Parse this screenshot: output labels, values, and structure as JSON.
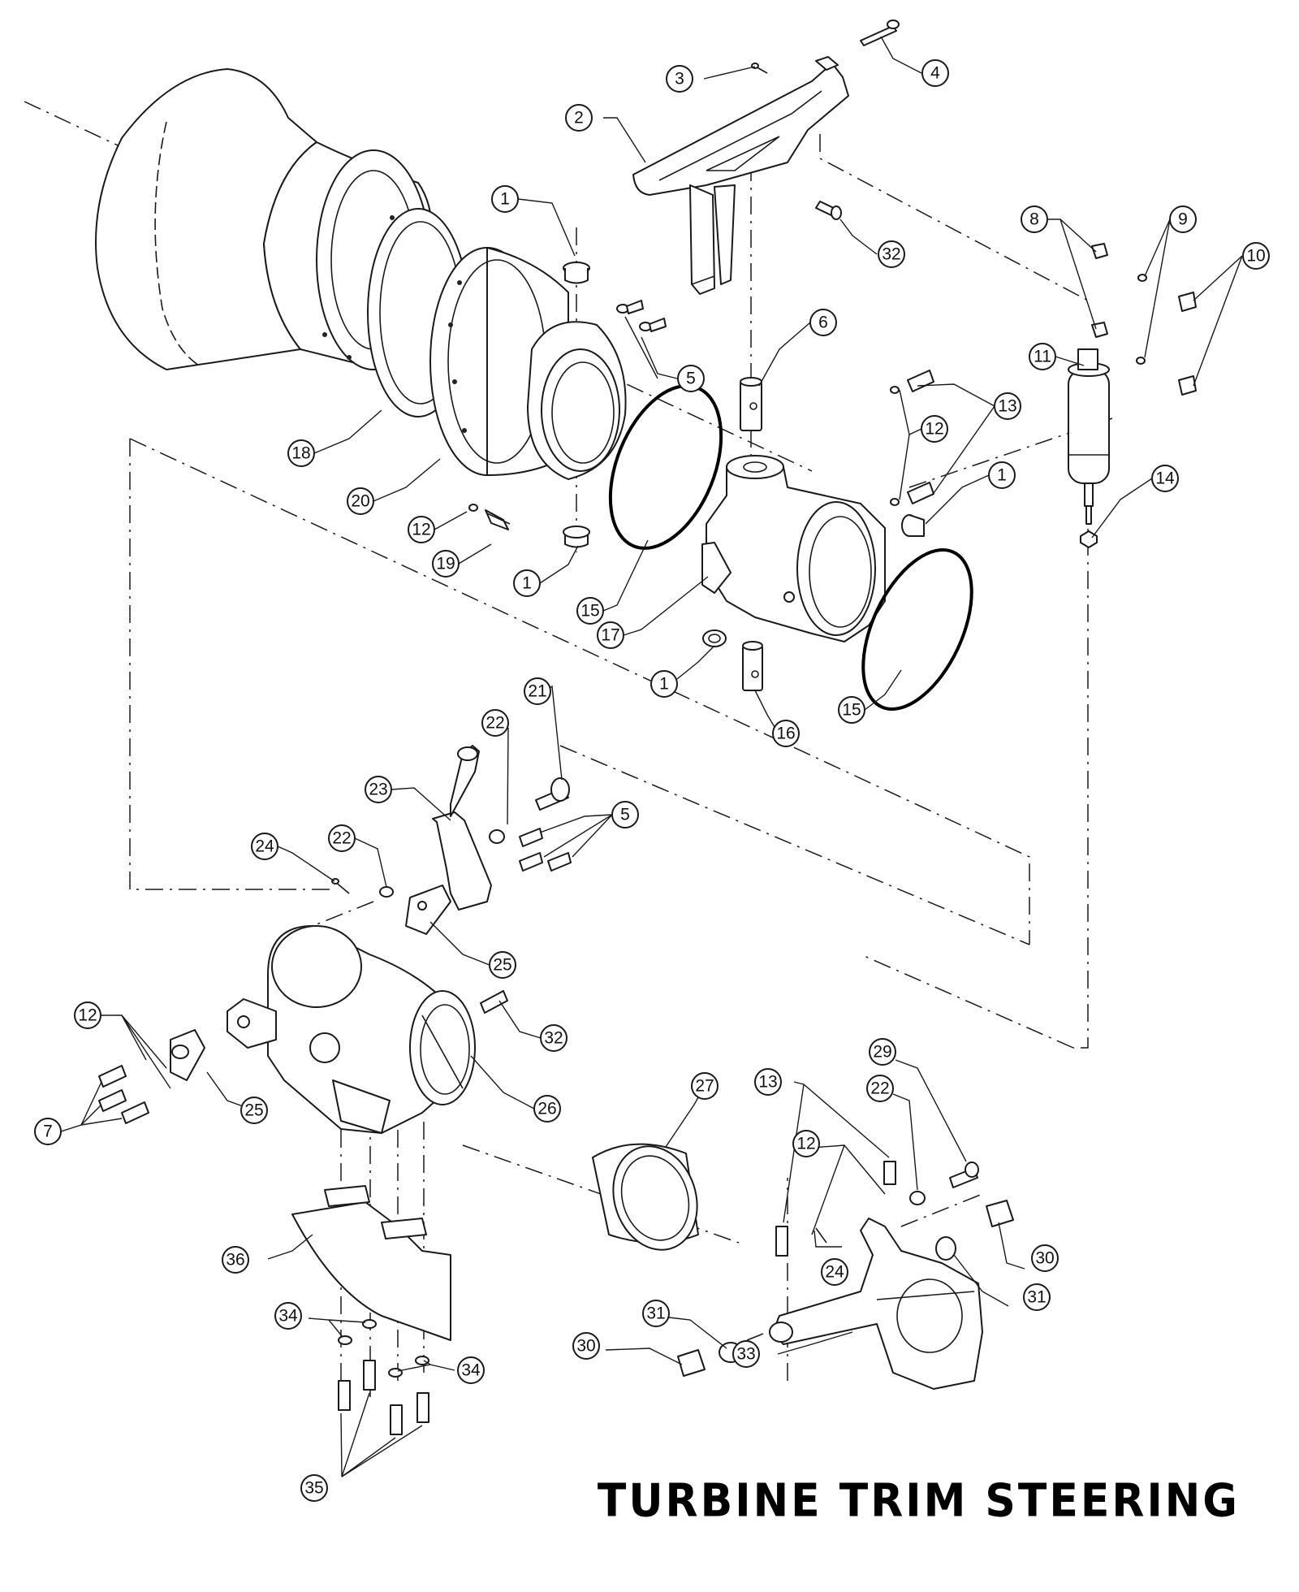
{
  "title": "TURBINE TRIM STEERING",
  "callouts": [
    "1",
    "2",
    "3",
    "4",
    "5",
    "6",
    "7",
    "8",
    "9",
    "10",
    "11",
    "12",
    "13",
    "14",
    "15",
    "16",
    "17",
    "18",
    "19",
    "20",
    "21",
    "22",
    "23",
    "24",
    "25",
    "26",
    "27",
    "29",
    "30",
    "31",
    "32",
    "33",
    "34",
    "35",
    "36"
  ]
}
